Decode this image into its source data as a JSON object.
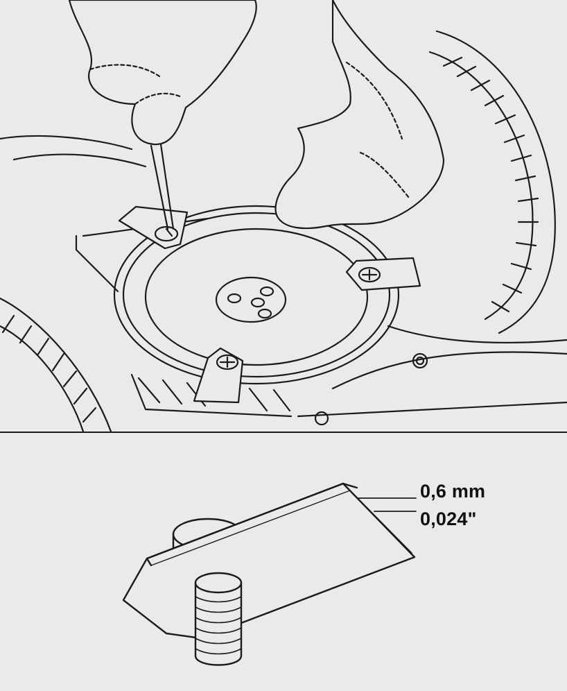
{
  "figure": {
    "top_panel": {
      "subject": "blade-fastening-illustration"
    },
    "bottom_panel": {
      "subject": "blade-thickness-detail"
    },
    "dimension": {
      "metric": "0,6 mm",
      "imperial": "0,024\""
    },
    "colors": {
      "background": "#e9eaec",
      "ink": "#1a1a1a"
    }
  }
}
